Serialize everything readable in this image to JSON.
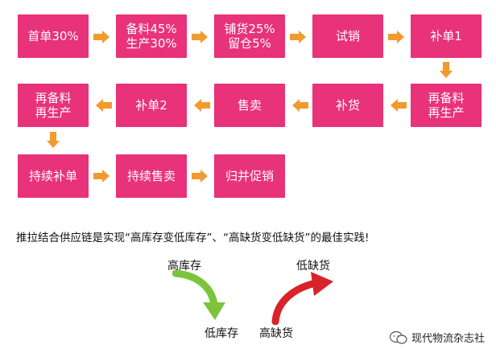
{
  "flow": {
    "row1": [
      "首单30%",
      "备料45%\n生产30%",
      "铺货25%\n留仓5%",
      "试销",
      "补单1"
    ],
    "row2": [
      "再备料\n再生产",
      "补货",
      "售卖",
      "补单2",
      "再备料\n再生产"
    ],
    "row3": [
      "持续补单",
      "持续售卖",
      "归并促销"
    ]
  },
  "caption": "推拉结合供应链是实现“高库存变低库存”、“高缺货变低缺货”的最佳实践!",
  "inventory": {
    "from": "高库存",
    "to": "低库存"
  },
  "shortage": {
    "from": "高缺货",
    "to": "低缺货"
  },
  "watermark": "现代物流杂志社",
  "colors": {
    "box": "#e8327a",
    "arrow": "#f29a2e",
    "green": "#7cc43c",
    "red": "#d8232a"
  }
}
